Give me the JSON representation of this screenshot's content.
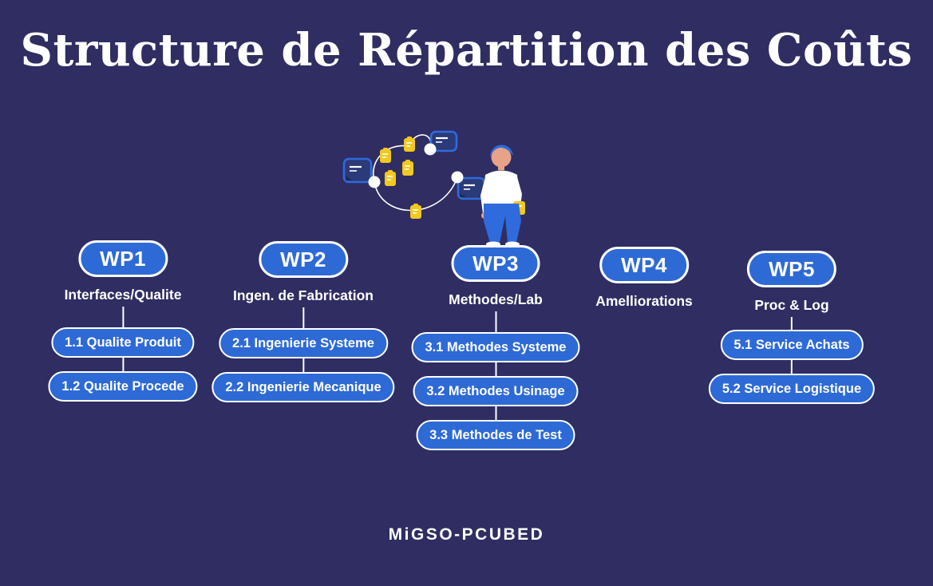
{
  "title": "Structure de Répartition des Coûts",
  "logo": {
    "text": "MiGSO-PCUBED"
  },
  "colors": {
    "background": "#2F2D62",
    "pill_blue": "#2E6AD6",
    "doc_yellow": "#F2C91F",
    "card_border_blue": "#2F6BDC",
    "text_white": "#FFFFFF",
    "skin": "#E8A287"
  },
  "columns": [
    {
      "id": "WP1",
      "label": "Interfaces/Qualite",
      "children": [
        "1.1 Qualite Produit",
        "1.2 Qualite Procede"
      ]
    },
    {
      "id": "WP2",
      "label": "Ingen. de Fabrication",
      "children": [
        "2.1 Ingenierie Systeme",
        "2.2 Ingenierie Mecanique"
      ]
    },
    {
      "id": "WP3",
      "label": "Methodes/Lab",
      "children": [
        "3.1 Methodes Systeme",
        "3.2 Methodes Usinage",
        "3.3 Methodes de Test"
      ]
    },
    {
      "id": "WP4",
      "label": "Amelliorations",
      "children": []
    },
    {
      "id": "WP5",
      "label": "Proc & Log",
      "children": [
        "5.1 Service Achats",
        "5.2 Service Logistique"
      ]
    }
  ],
  "illustration": {
    "description": "person standing on WP3 pill beside a looping process flow of document icons, chat cards and node dots",
    "icons": [
      "document-icon",
      "chat-card-icon",
      "node-dot-icon",
      "person-figure"
    ]
  }
}
